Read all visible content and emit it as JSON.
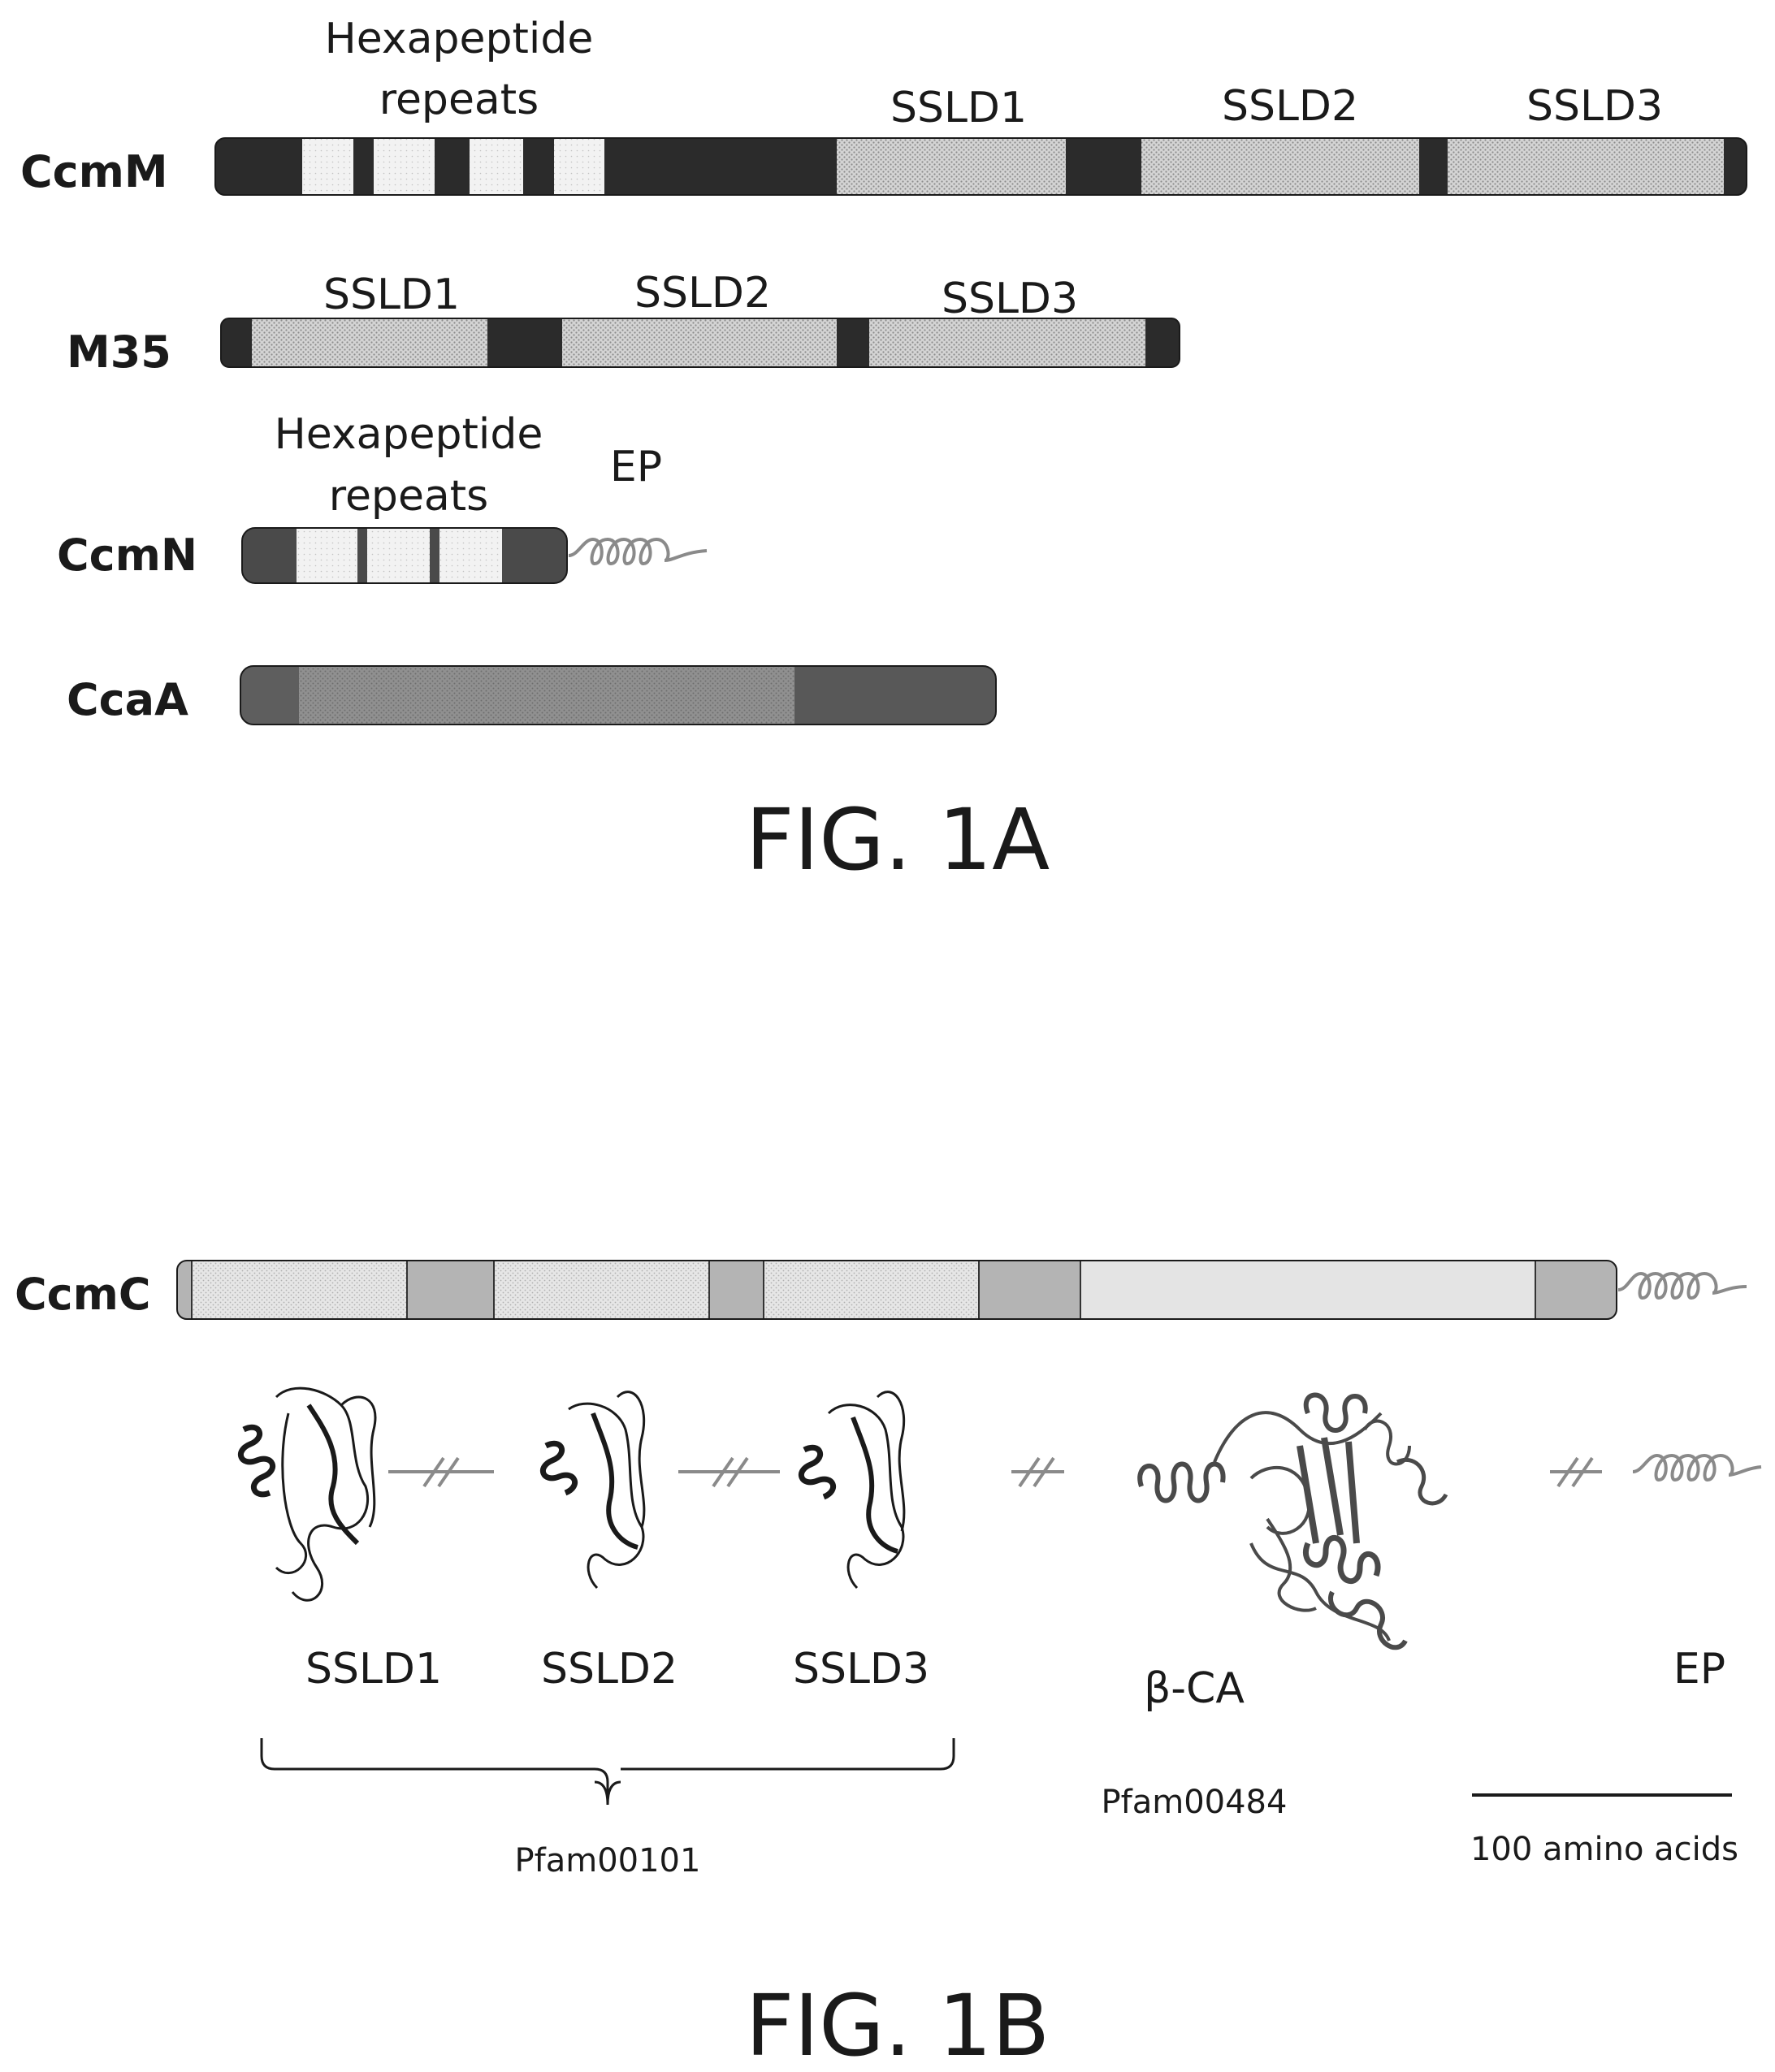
{
  "fig1a": {
    "title": "FIG. 1A",
    "ccmm": {
      "name": "CcmM",
      "hexapeptide_line1": "Hexapeptide",
      "hexapeptide_line2": "repeats",
      "sslds": [
        "SSLD1",
        "SSLD2",
        "SSLD3"
      ]
    },
    "m35": {
      "name": "M35",
      "sslds": [
        "SSLD1",
        "SSLD2",
        "SSLD3"
      ]
    },
    "ccmn": {
      "name": "CcmN",
      "hexapeptide_line1": "Hexapeptide",
      "hexapeptide_line2": "repeats",
      "ep": "EP"
    },
    "ccaa": {
      "name": "CcaA"
    }
  },
  "fig1b": {
    "title": "FIG. 1B",
    "ccmc": {
      "name": "CcmC"
    },
    "structures": [
      "SSLD1",
      "SSLD2",
      "SSLD3",
      "β-CA",
      "EP"
    ],
    "pfam_ssld": "Pfam00101",
    "pfam_bca": "Pfam00484",
    "scale_label": "100 amino acids"
  },
  "colors": {
    "dark": "#2a2a2a",
    "dotted": "#cfcfcf",
    "light": "#e8e8e8",
    "medium": "#8a8a8a",
    "medium_dark": "#5a5a5a",
    "pale": "#e2e2e2",
    "gray_link": "#b2b2b2"
  }
}
